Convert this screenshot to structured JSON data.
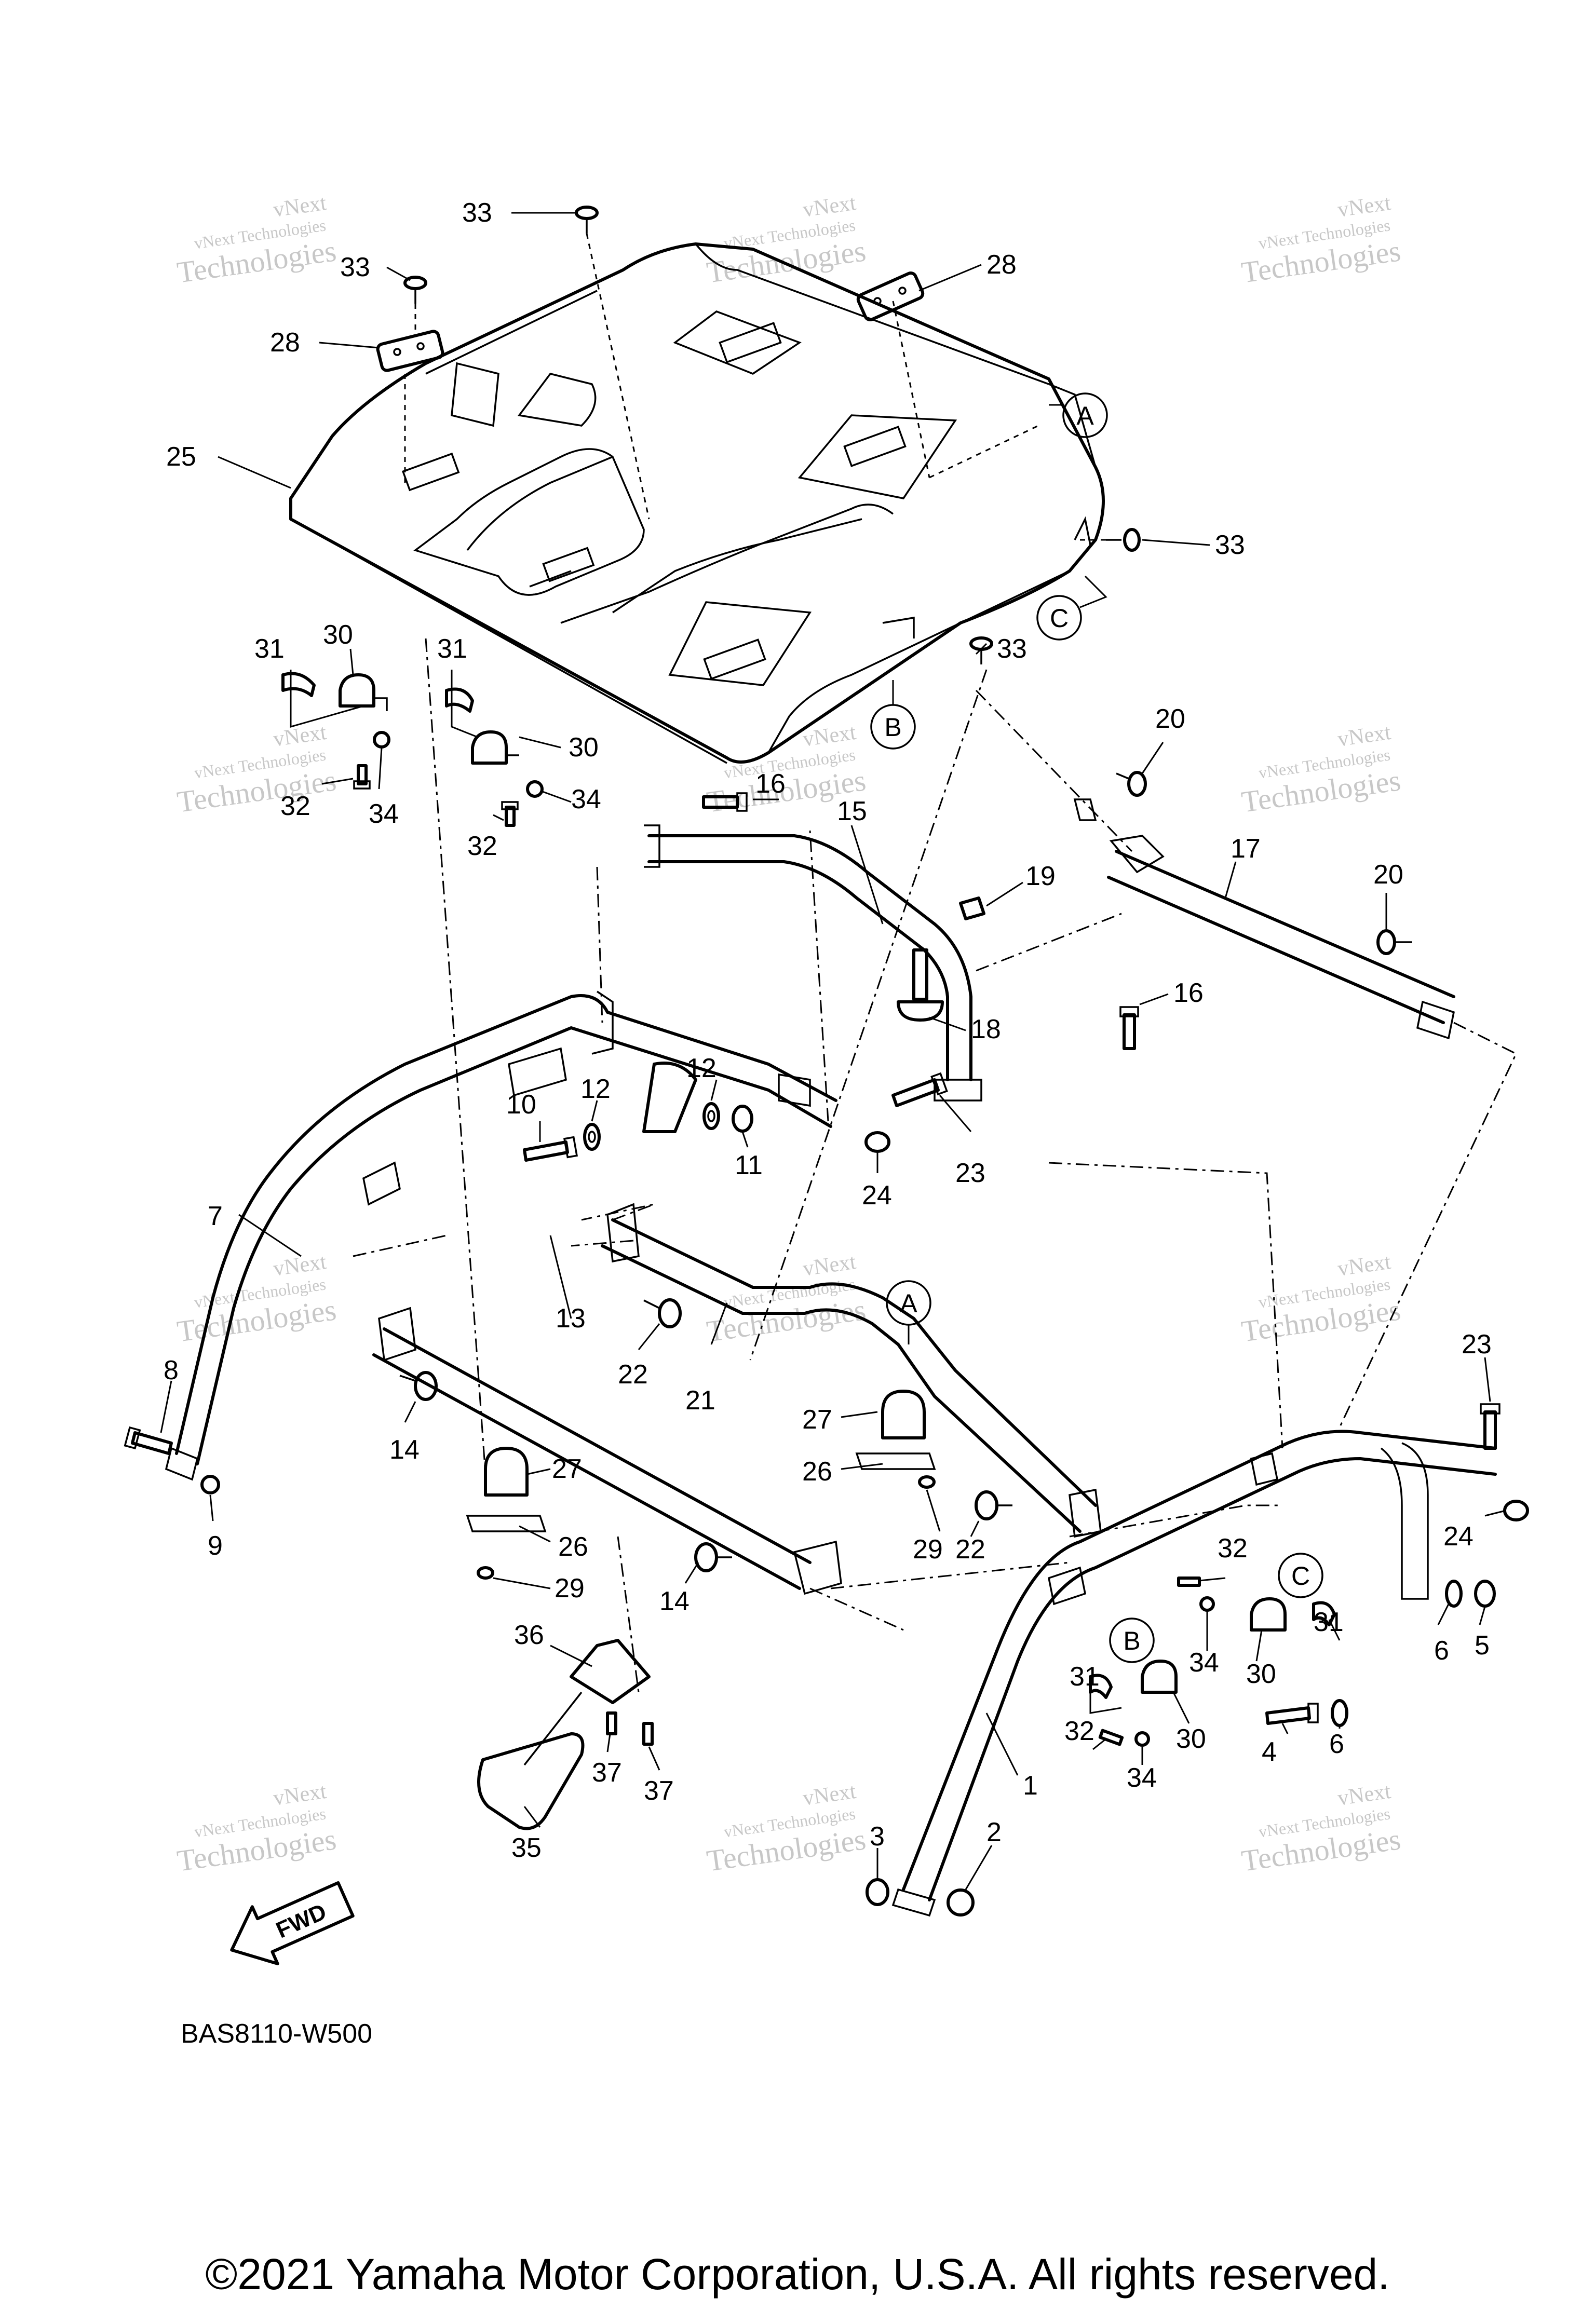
{
  "watermarks": [
    {
      "line1": "vNext",
      "line2": "vNext Technologies",
      "line3": "Technologies"
    },
    {
      "line1": "vNext",
      "line2": "vNext Technologies",
      "line3": "Technologies"
    },
    {
      "line1": "vNext",
      "line2": "vNext Technologies",
      "line3": "Technologies"
    },
    {
      "line1": "vNext",
      "line2": "vNext Technologies",
      "line3": "Technologies"
    },
    {
      "line1": "vNext",
      "line2": "vNext Technologies",
      "line3": "Technologies"
    },
    {
      "line1": "vNext",
      "line2": "vNext Technologies",
      "line3": "Technologies"
    },
    {
      "line1": "vNext",
      "line2": "vNext Technologies",
      "line3": "Technologies"
    },
    {
      "line1": "vNext",
      "line2": "vNext Technologies",
      "line3": "Technologies"
    },
    {
      "line1": "vNext",
      "line2": "vNext Technologies",
      "line3": "Technologies"
    },
    {
      "line1": "vNext",
      "line2": "vNext Technologies",
      "line3": "Technologies"
    },
    {
      "line1": "vNext",
      "line2": "vNext Technologies",
      "line3": "Technologies"
    },
    {
      "line1": "vNext",
      "line2": "vNext Technologies",
      "line3": "Technologies"
    }
  ],
  "refs": {
    "A": "A",
    "B": "B",
    "C": "C"
  },
  "callouts": {
    "c1": "1",
    "c2": "2",
    "c3": "3",
    "c4": "4",
    "c5": "5",
    "c6a": "6",
    "c6b": "6",
    "c7": "7",
    "c8": "8",
    "c9": "9",
    "c10": "10",
    "c11": "11",
    "c12a": "12",
    "c12b": "12",
    "c13": "13",
    "c14a": "14",
    "c14b": "14",
    "c15": "15",
    "c16a": "16",
    "c16b": "16",
    "c17": "17",
    "c18": "18",
    "c19": "19",
    "c20a": "20",
    "c20b": "20",
    "c21": "21",
    "c22a": "22",
    "c22b": "22",
    "c23a": "23",
    "c23b": "23",
    "c24a": "24",
    "c24b": "24",
    "c25": "25",
    "c26a": "26",
    "c26b": "26",
    "c27a": "27",
    "c27b": "27",
    "c28a": "28",
    "c28b": "28",
    "c29a": "29",
    "c29b": "29",
    "c30a": "30",
    "c30b": "30",
    "c30c": "30",
    "c30d": "30",
    "c31a": "31",
    "c31b": "31",
    "c31c": "31",
    "c31d": "31",
    "c32a": "32",
    "c32b": "32",
    "c32c": "32",
    "c32d": "32",
    "c33a": "33",
    "c33b": "33",
    "c33c": "33",
    "c33d": "33",
    "c34a": "34",
    "c34b": "34",
    "c34c": "34",
    "c34d": "34",
    "c35": "35",
    "c36": "36",
    "c37a": "37",
    "c37b": "37"
  },
  "fwd_label": "FWD",
  "diagram_code": "BAS8110-W500",
  "copyright": "©2021 Yamaha Motor Corporation, U.S.A. All rights reserved."
}
